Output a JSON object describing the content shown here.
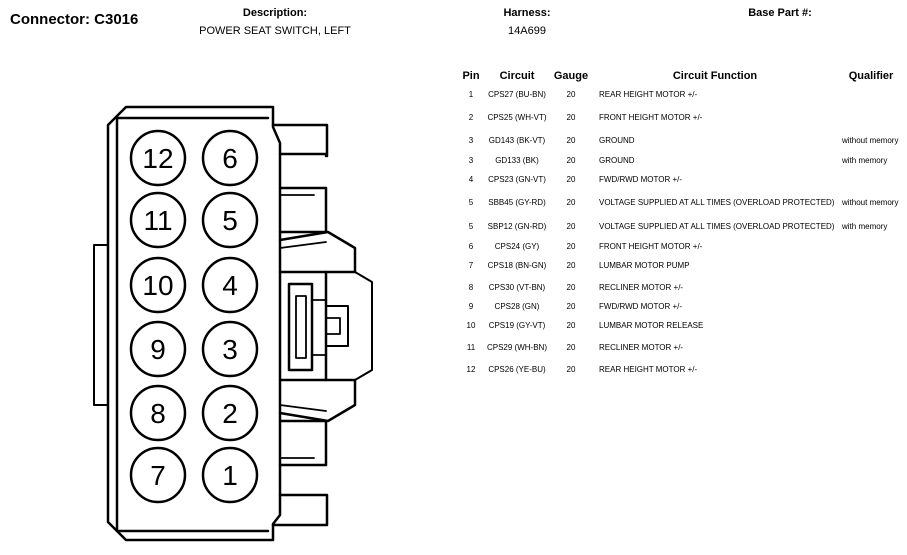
{
  "header": {
    "connector": "Connector: C3016",
    "description_label": "Description:",
    "description_value": "POWER SEAT SWITCH, LEFT",
    "harness_label": "Harness:",
    "harness_value": "14A699",
    "base_part_label": "Base Part #:"
  },
  "table": {
    "headers": [
      "Pin",
      "Circuit",
      "Gauge",
      "Circuit Function",
      "Qualifier"
    ],
    "rows": [
      {
        "pin": "1",
        "circuit": "CPS27 (BU-BN)",
        "gauge": "20",
        "function": "REAR HEIGHT MOTOR +/-",
        "qualifier": ""
      },
      {
        "pin": "2",
        "circuit": "CPS25 (WH-VT)",
        "gauge": "20",
        "function": "FRONT HEIGHT MOTOR +/-",
        "qualifier": ""
      },
      {
        "pin": "3",
        "circuit": "GD143 (BK-VT)",
        "gauge": "20",
        "function": "GROUND",
        "qualifier": "without memory"
      },
      {
        "pin": "3",
        "circuit": "GD133 (BK)",
        "gauge": "20",
        "function": "GROUND",
        "qualifier": "with memory"
      },
      {
        "pin": "4",
        "circuit": "CPS23 (GN-VT)",
        "gauge": "20",
        "function": "FWD/RWD MOTOR +/-",
        "qualifier": ""
      },
      {
        "pin": "5",
        "circuit": "SBB45 (GY-RD)",
        "gauge": "20",
        "function": "VOLTAGE SUPPLIED AT ALL TIMES (OVERLOAD PROTECTED)",
        "qualifier": "without memory"
      },
      {
        "pin": "5",
        "circuit": "SBP12 (GN-RD)",
        "gauge": "20",
        "function": "VOLTAGE SUPPLIED AT ALL TIMES (OVERLOAD PROTECTED)",
        "qualifier": "with memory"
      },
      {
        "pin": "6",
        "circuit": "CPS24 (GY)",
        "gauge": "20",
        "function": "FRONT HEIGHT MOTOR +/-",
        "qualifier": ""
      },
      {
        "pin": "7",
        "circuit": "CPS18 (BN-GN)",
        "gauge": "20",
        "function": "LUMBAR MOTOR PUMP",
        "qualifier": ""
      },
      {
        "pin": "8",
        "circuit": "CPS30 (VT-BN)",
        "gauge": "20",
        "function": "RECLINER MOTOR +/-",
        "qualifier": ""
      },
      {
        "pin": "9",
        "circuit": "CPS28 (GN)",
        "gauge": "20",
        "function": "FWD/RWD MOTOR +/-",
        "qualifier": ""
      },
      {
        "pin": "10",
        "circuit": "CPS19 (GY-VT)",
        "gauge": "20",
        "function": "LUMBAR MOTOR RELEASE",
        "qualifier": ""
      },
      {
        "pin": "11",
        "circuit": "CPS29 (WH-BN)",
        "gauge": "20",
        "function": "RECLINER MOTOR +/-",
        "qualifier": ""
      },
      {
        "pin": "12",
        "circuit": "CPS26 (YE-BU)",
        "gauge": "20",
        "function": "REAR HEIGHT MOTOR +/-",
        "qualifier": ""
      }
    ]
  },
  "connector_pins": {
    "left_column": [
      "12",
      "11",
      "10",
      "9",
      "8",
      "7"
    ],
    "right_column": [
      "6",
      "5",
      "4",
      "3",
      "2",
      "1"
    ]
  }
}
